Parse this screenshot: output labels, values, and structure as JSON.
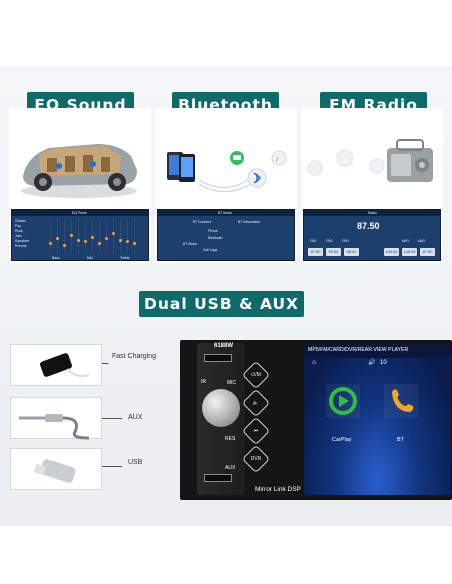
{
  "features": [
    {
      "title": "EQ Sound"
    },
    {
      "title": "Bluetooth"
    },
    {
      "title": "FM Radio"
    }
  ],
  "dual_title": "Dual USB & AUX",
  "eq_screen": {
    "title": "EQ Prese",
    "rows": [
      "Classic",
      "Pop",
      "Rock",
      "Jazz",
      "Equalizer",
      "Presets"
    ],
    "bands": [
      "Bass",
      "Mid",
      "Treble"
    ],
    "levels": [
      0.3,
      0.45,
      0.25,
      0.55,
      0.4,
      0.35,
      0.5,
      0.3,
      0.45,
      0.6,
      0.4,
      0.35,
      0.3
    ]
  },
  "bt_screen": {
    "title": "BT Music",
    "tabs": [
      "BT Connect",
      "BT Information"
    ],
    "lines": [
      "Phone",
      "Bluetooth",
      "BT Music",
      "Call Logs"
    ]
  },
  "fm_screen": {
    "title": "Radio",
    "bands": [
      "FM1",
      "FM2",
      "FM3",
      "AM1",
      "AM2"
    ],
    "frequency": "87.50",
    "presets": [
      "87.50",
      "90.00",
      "98.00",
      "106.00",
      "108.00",
      "87.50"
    ]
  },
  "accessories": [
    {
      "label": "Fast Charging",
      "icon": "phone-charging-icon"
    },
    {
      "label": "AUX",
      "icon": "aux-cable-icon"
    },
    {
      "label": "USB",
      "icon": "usb-stick-icon"
    }
  ],
  "head_unit": {
    "model": "6188W",
    "knob_labels": [
      "IR",
      "MIC",
      "RES",
      "AUX"
    ],
    "buttons": [
      "⏻/M",
      "🔈",
      "⏮",
      "DVR"
    ],
    "footer": "Mirror Link  DSP",
    "screen_title": "MP5/FM/CARD/DVR/REAR  VIEW  PLAYER",
    "volume": "10",
    "apps": [
      {
        "label": "CarPlay",
        "icon": "carplay-icon"
      },
      {
        "label": "BT",
        "icon": "phone-icon"
      }
    ]
  },
  "colors": {
    "accent": "#0f6b6a",
    "screen_blue": "#123580",
    "carplay_green": "#2fbf3a",
    "bt_orange": "#f5a623"
  }
}
